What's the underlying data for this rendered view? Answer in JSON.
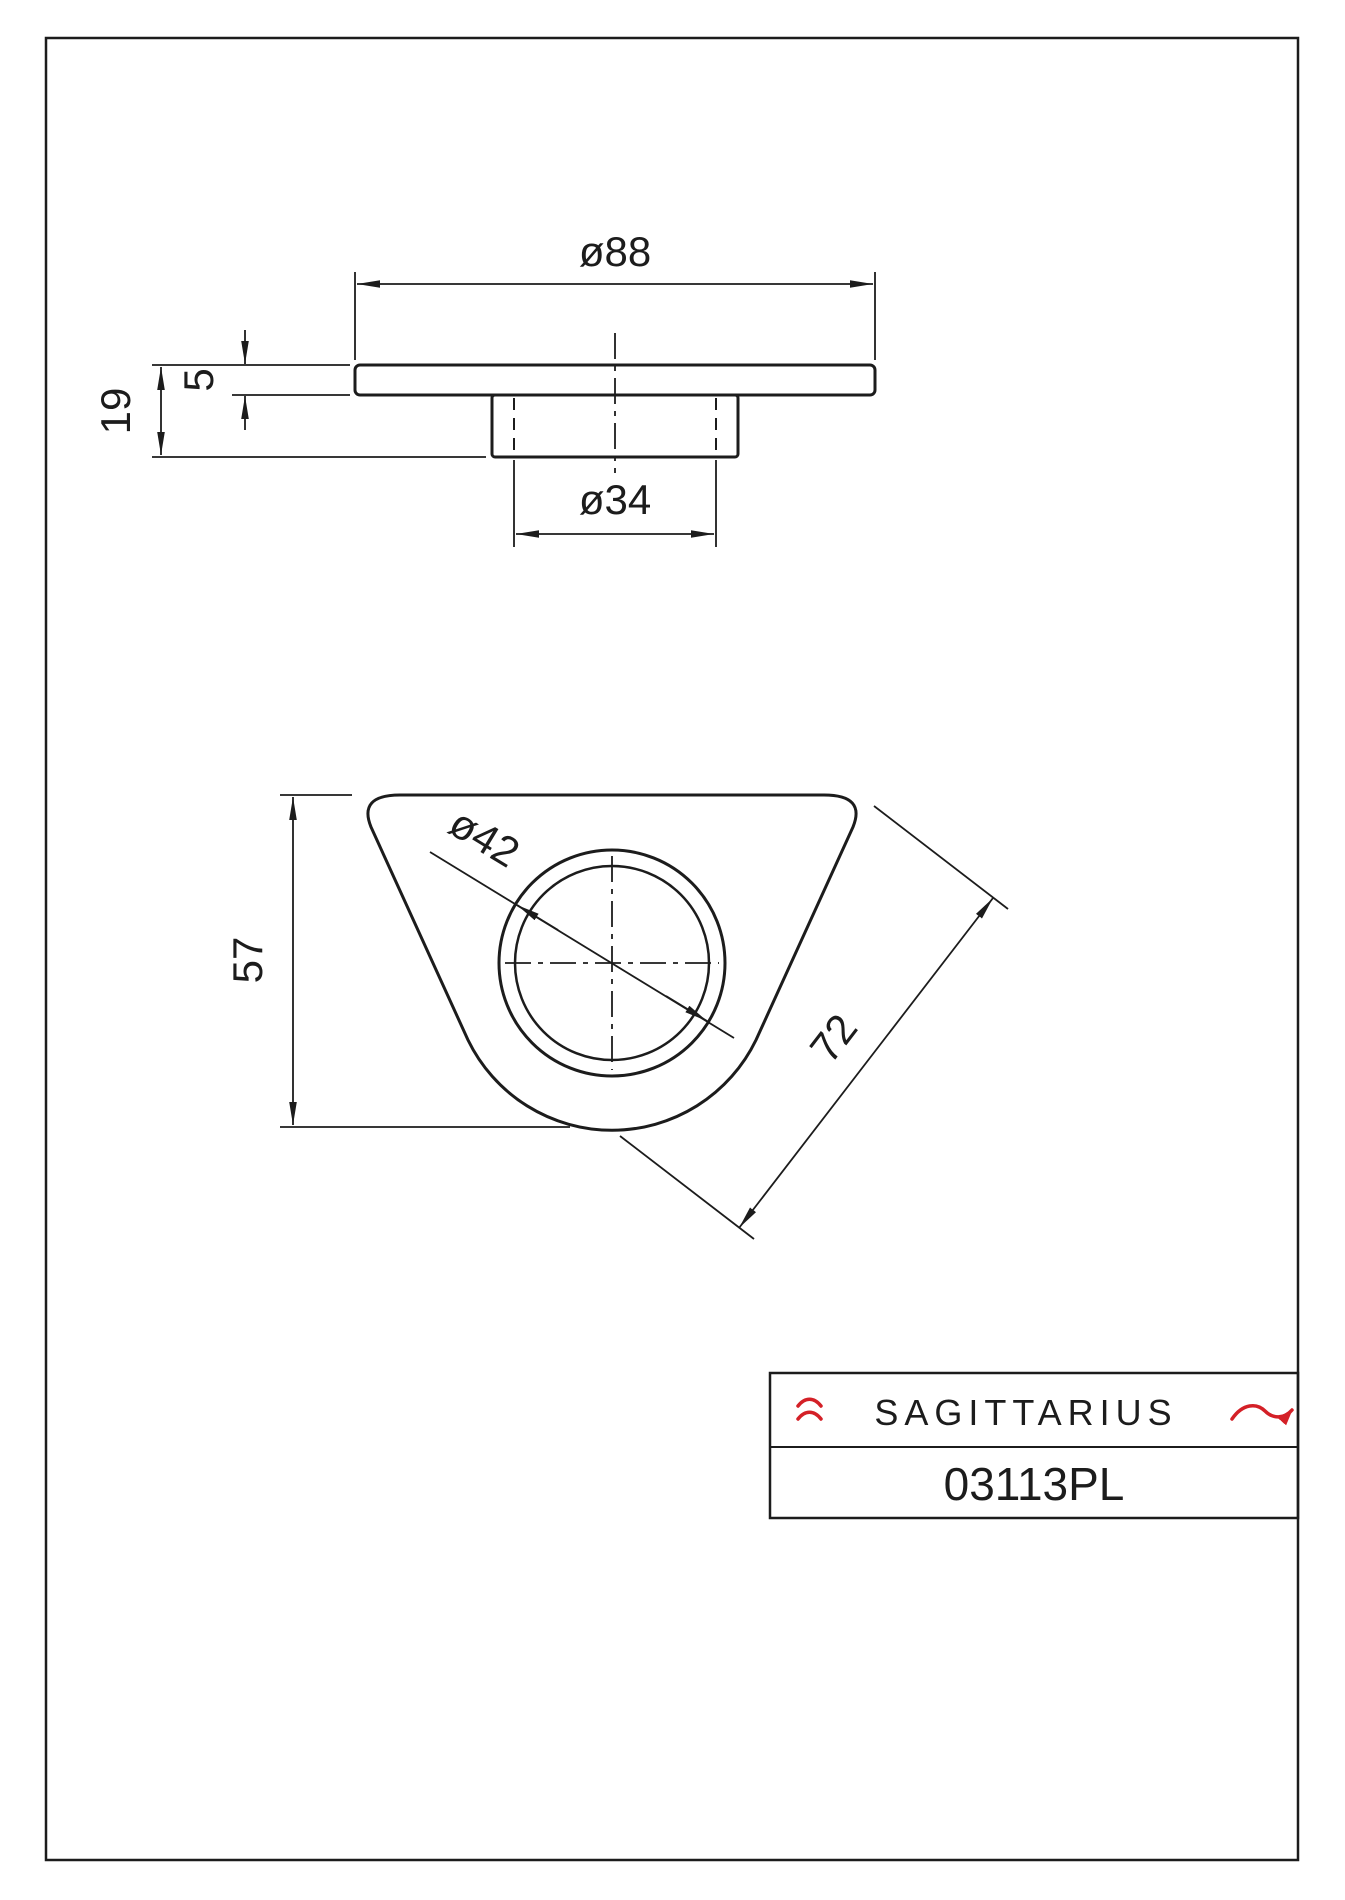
{
  "page": {
    "accent_red": "#d42027",
    "logo_gray": "#6e6e6e",
    "line_color": "#1c1c1c"
  },
  "views": {
    "side": {
      "dimensions": {
        "outer_diameter": "ø88",
        "plate_thickness": "5",
        "overall_height": "19",
        "bore_diameter": "ø34"
      }
    },
    "plan": {
      "dimensions": {
        "boss_diameter": "ø42",
        "overall_height": "57",
        "edge_length": "72"
      }
    }
  },
  "title_block": {
    "brand": "SAGITTARIUS",
    "part_number": "03113PL"
  }
}
